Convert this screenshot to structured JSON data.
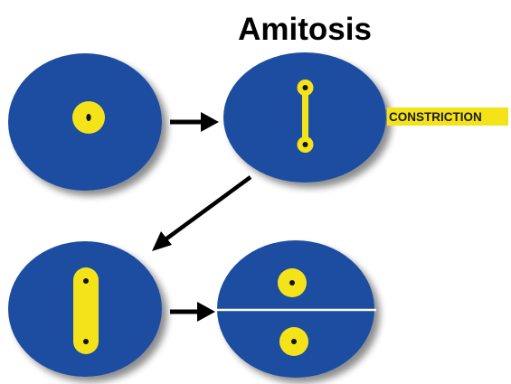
{
  "title": "Amitosis",
  "constriction_label": "CONSTRICTION",
  "colors": {
    "cell": "#1e4ea0",
    "nucleus": "#f5e31a",
    "dot": "#111111",
    "arrow": "#000000",
    "division_line": "#ffffff",
    "label_background": "#f5e31a"
  },
  "stages": [
    {
      "name": "cell-1",
      "description": "round nucleus"
    },
    {
      "name": "cell-2",
      "description": "constriction"
    },
    {
      "name": "cell-3",
      "description": "elongated nucleus"
    },
    {
      "name": "cell-4",
      "description": "two daughter cells"
    }
  ]
}
